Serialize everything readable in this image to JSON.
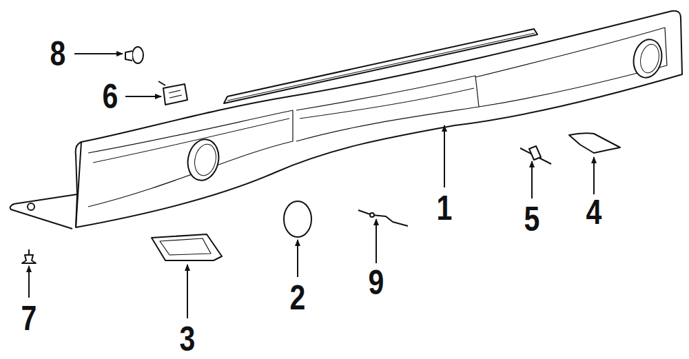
{
  "diagram": {
    "labels": [
      "8",
      "6",
      "1",
      "4",
      "5",
      "9",
      "2",
      "7",
      "3"
    ]
  }
}
